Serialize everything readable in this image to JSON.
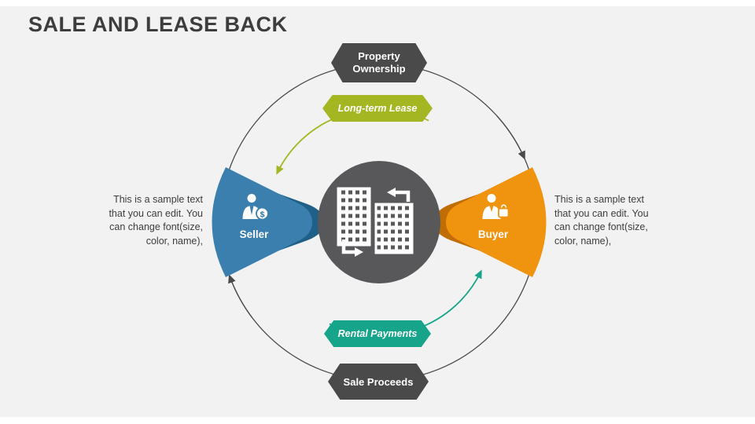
{
  "title": "SALE AND LEASE BACK",
  "diagram": {
    "nodes": {
      "property_ownership": "Property Ownership",
      "long_term_lease": "Long-term Lease",
      "rental_payments": "Rental Payments",
      "sale_proceeds": "Sale Proceeds",
      "seller": "Seller",
      "buyer": "Buyer"
    },
    "icons": {
      "dollar": "$"
    },
    "colors": {
      "hexagon_dark_gray": "#4a4a4b",
      "lease_olive": "#a4b723",
      "rental_teal": "#16a58a",
      "seller_blue": "#3a7fad",
      "seller_blue_dark": "#1f6089",
      "buyer_orange": "#f0930e",
      "buyer_orange_dark": "#c06d04",
      "center_circle_gray": "#58585a",
      "outline_gray": "#4a4a4a"
    }
  },
  "captions": {
    "left": "This is a sample text that you can edit. You can change font(size, color, name),",
    "right": "This is a sample text that you can edit. You can change font(size, color, name),"
  }
}
